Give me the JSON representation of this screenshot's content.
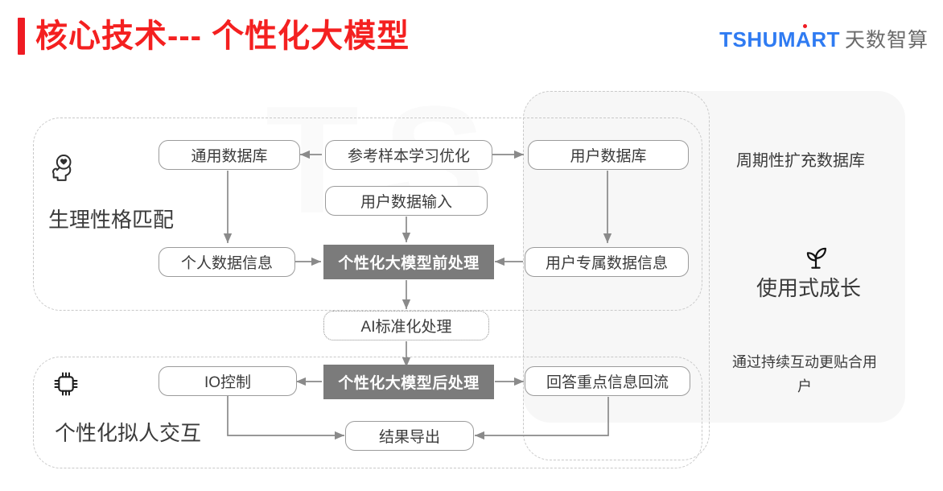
{
  "header": {
    "title": "核心技术--- 个性化大模型",
    "accent_color": "#f42020",
    "logo_en": "TSHUMART",
    "logo_cn": "天数智算",
    "logo_en_color": "#2f7bf2",
    "logo_cn_color": "#6a6a6a",
    "logo_dot_color": "#ef1b23"
  },
  "watermark": "TS",
  "groups": {
    "left_top": {
      "icon": "head-heart-icon",
      "label": "生理性格匹配"
    },
    "left_bottom": {
      "icon": "cpu-chip-icon",
      "label": "个性化拟人交互"
    },
    "right_panel": {
      "heading": "周期性扩充数据库",
      "icon": "sprout-icon",
      "subheading": "使用式成长",
      "caption": "通过持续互动更贴合用户"
    }
  },
  "nodes": [
    {
      "id": "general_db",
      "label": "通用数据库",
      "style": "outline"
    },
    {
      "id": "ref_sample",
      "label": "参考样本学习优化",
      "style": "outline"
    },
    {
      "id": "user_db",
      "label": "用户数据库",
      "style": "outline"
    },
    {
      "id": "user_input",
      "label": "用户数据输入",
      "style": "outline"
    },
    {
      "id": "personal_info",
      "label": "个人数据信息",
      "style": "outline"
    },
    {
      "id": "pre_process",
      "label": "个性化大模型前处理",
      "style": "filled"
    },
    {
      "id": "user_exclusive",
      "label": "用户专属数据信息",
      "style": "outline"
    },
    {
      "id": "ai_standard",
      "label": "AI标准化处理",
      "style": "dotted"
    },
    {
      "id": "io_control",
      "label": "IO控制",
      "style": "outline"
    },
    {
      "id": "post_process",
      "label": "个性化大模型后处理",
      "style": "filled"
    },
    {
      "id": "answer_feedback",
      "label": "回答重点信息回流",
      "style": "outline"
    },
    {
      "id": "result_export",
      "label": "结果导出",
      "style": "outline"
    }
  ],
  "colors": {
    "filled_node_bg": "#7b7b7b",
    "node_border": "#9b9b9b",
    "dash_border": "#c9c9c9",
    "panel_bg": "#f7f7f7",
    "arrow": "#8a8a8a",
    "text": "#3b3b3b"
  }
}
